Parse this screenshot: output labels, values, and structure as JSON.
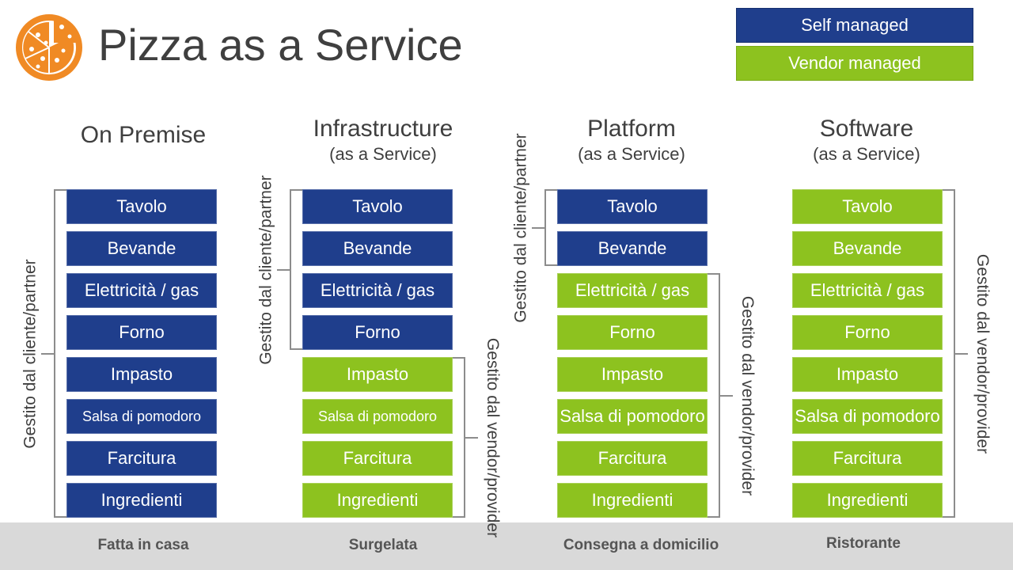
{
  "title": "Pizza as a Service",
  "colors": {
    "self": "#1f3e8c",
    "vendor": "#8dc21f",
    "footer": "#d9d9d9",
    "pizza": "#f08a24"
  },
  "legend": {
    "self": "Self managed",
    "vendor": "Vendor managed"
  },
  "columns": [
    {
      "title": "On Premise",
      "subtitle": "",
      "footer": "Fatta in casa",
      "items": [
        "Tavolo",
        "Bevande",
        "Elettricità / gas",
        "Forno",
        "Impasto",
        "Salsa di pomodoro",
        "Farcitura",
        "Ingredienti"
      ],
      "self_count": 8,
      "labels": {
        "client": "Gestito dal cliente/partner"
      }
    },
    {
      "title": "Infrastructure",
      "subtitle": "(as a Service)",
      "footer": "Surgelata",
      "items": [
        "Tavolo",
        "Bevande",
        "Elettricità / gas",
        "Forno",
        "Impasto",
        "Salsa di pomodoro",
        "Farcitura",
        "Ingredienti"
      ],
      "self_count": 4,
      "labels": {
        "client": "Gestito dal cliente/partner",
        "vendor": "Gestito dal vendor/provider"
      }
    },
    {
      "title": "Platform",
      "subtitle": "(as a Service)",
      "footer": "Consegna a domicilio",
      "items": [
        "Tavolo",
        "Bevande",
        "Elettricità / gas",
        "Forno",
        "Impasto",
        "Salsa di pomodoro",
        "Farcitura",
        "Ingredienti"
      ],
      "self_count": 2,
      "labels": {
        "client": "Gestito dal cliente/partner",
        "vendor": "Gestito dal vendor/provider"
      }
    },
    {
      "title": "Software",
      "subtitle": "(as a Service)",
      "footer": "Ristorante",
      "items": [
        "Tavolo",
        "Bevande",
        "Elettricità / gas",
        "Forno",
        "Impasto",
        "Salsa di pomodoro",
        "Farcitura",
        "Ingredienti"
      ],
      "self_count": 0,
      "labels": {
        "vendor": "Gestito dal vendor/provider"
      }
    }
  ]
}
